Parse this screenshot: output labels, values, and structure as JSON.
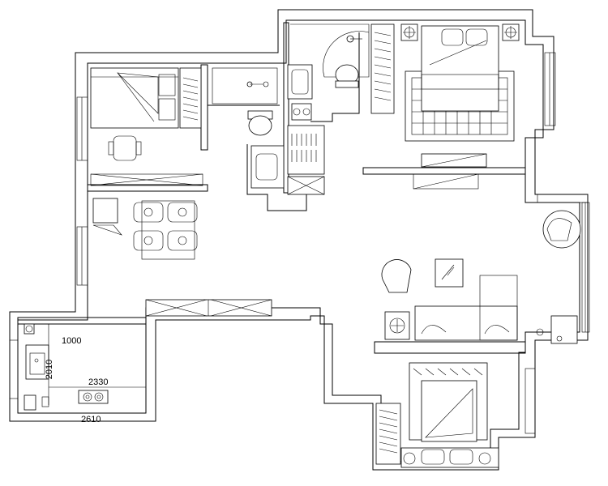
{
  "drawing": {
    "dimensions": {
      "kitchen_width_top": "1000",
      "kitchen_height": "2010",
      "counter_length": "2330",
      "kitchen_width_bottom": "2610"
    }
  }
}
